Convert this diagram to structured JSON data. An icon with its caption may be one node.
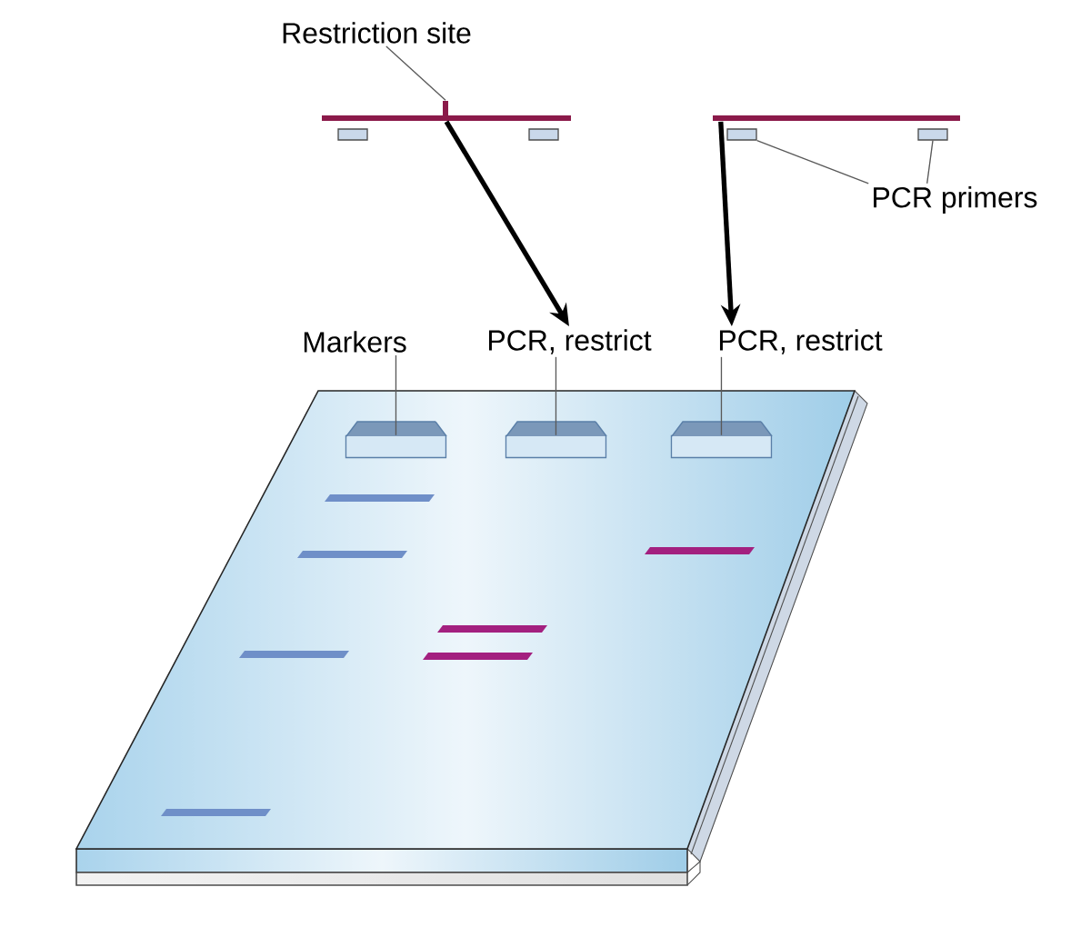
{
  "diagram": {
    "nodes": [
      {
        "text": [
          "Restriction site"
        ]
      },
      {
        "text": [],
        "shape": "bar"
      },
      {
        "text": [],
        "shape": "bar"
      },
      {
        "text": [],
        "shape": "bar"
      },
      {
        "text": [],
        "shape": "box"
      },
      {
        "text": [],
        "shape": "box"
      },
      {
        "text": [],
        "shape": "box"
      },
      {
        "text": [],
        "shape": "box"
      },
      {
        "text": [
          "PCR primers"
        ]
      },
      {
        "text": [
          "Markers"
        ]
      },
      {
        "text": [
          "PCR, restrict"
        ]
      },
      {
        "text": [
          "PCR, restrict"
        ]
      },
      {
        "text": [],
        "shape": "box"
      },
      {
        "text": [],
        "shape": "box",
        "in": 12
      },
      {
        "text": [],
        "shape": "box",
        "in": 12
      },
      {
        "text": [],
        "shape": "box",
        "in": 12
      }
    ],
    "edges": [
      {
        "from": 0,
        "to": 2,
        "arrow": "none"
      },
      {
        "from": 8,
        "to": 6,
        "arrow": "none"
      },
      {
        "from": 8,
        "to": 7,
        "arrow": "none"
      },
      {
        "from": 1,
        "to": 10,
        "arrow": "to",
        "style": "thick"
      },
      {
        "from": 3,
        "to": 11,
        "arrow": "to",
        "style": "thick"
      },
      {
        "from": 9,
        "to": 13,
        "arrow": "none"
      },
      {
        "from": 10,
        "to": 14,
        "arrow": "none"
      },
      {
        "from": 11,
        "to": 15,
        "arrow": "none"
      }
    ]
  }
}
